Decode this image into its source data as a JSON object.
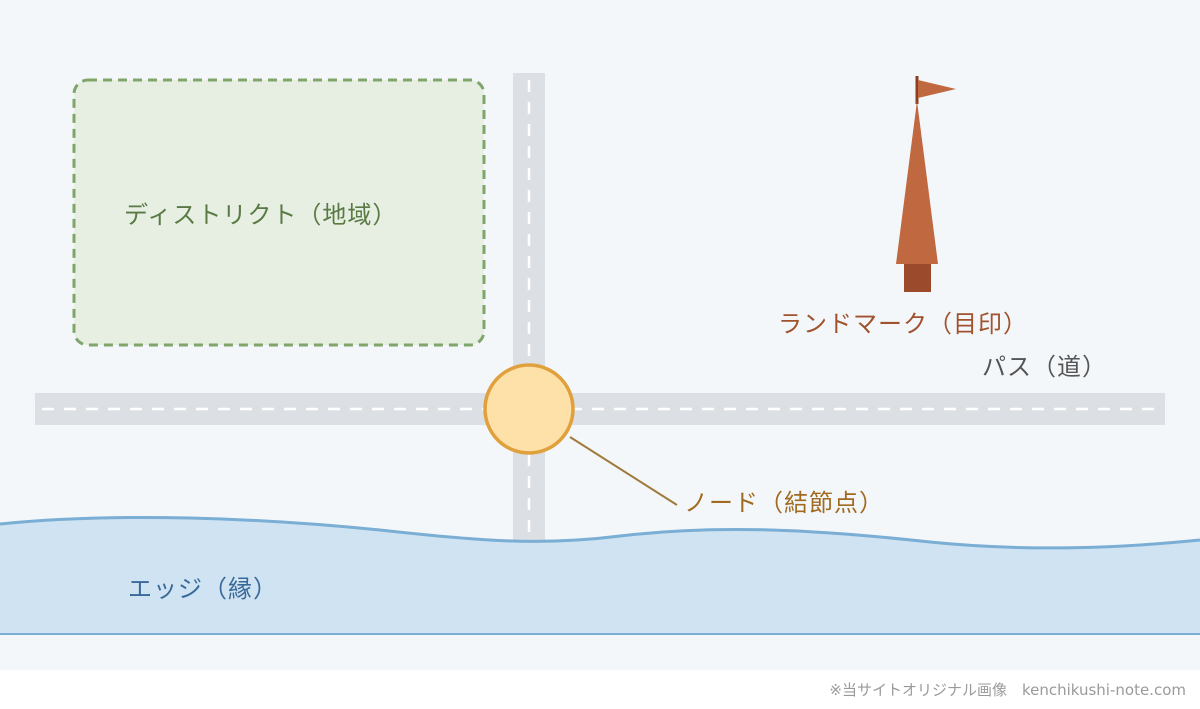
{
  "labels": {
    "district": "ディストリクト（地域）",
    "landmark": "ランドマーク（目印）",
    "path": "パス（道）",
    "node": "ノード（結節点）",
    "edge": "エッジ（縁）"
  },
  "credit": "※当サイトオリジナル画像　kenchikushi-note.com",
  "colors": {
    "background": "#f4f7fa",
    "district_fill": "#e6efe2",
    "district_border": "#7fa56b",
    "road": "#dcdfe3",
    "road_dash": "#ffffff",
    "node_fill": "#fde1a8",
    "node_border": "#e0a03c",
    "leader_line": "#a07a3a",
    "landmark_body": "#c0683f",
    "landmark_base": "#9c4a2c",
    "flag": "#c0683f",
    "pole": "#8a3e24",
    "edge_fill": "#cfe3f2",
    "edge_border": "#7aaed4"
  }
}
